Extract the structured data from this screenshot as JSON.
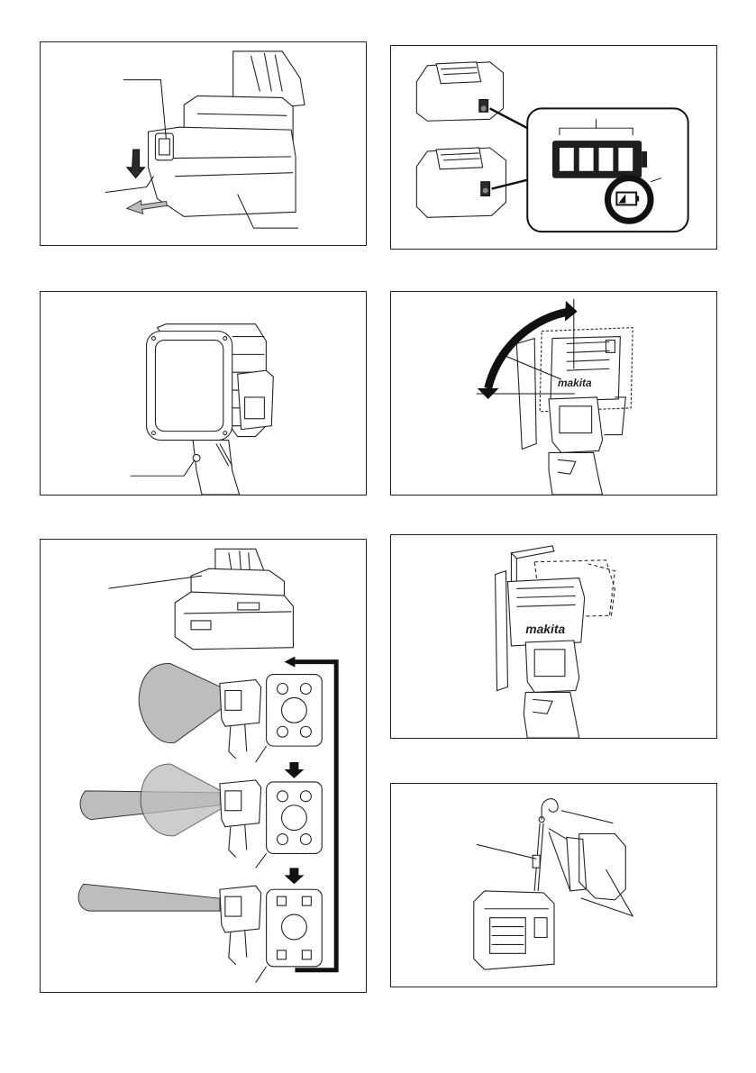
{
  "page": {
    "figures": [
      {
        "id": "fig1",
        "description_name": "battery-removal"
      },
      {
        "id": "fig2",
        "description_name": "battery-indicator"
      },
      {
        "id": "fig3",
        "description_name": "light-switch"
      },
      {
        "id": "fig4",
        "description_name": "head-angle"
      },
      {
        "id": "fig5",
        "description_name": "light-modes"
      },
      {
        "id": "fig6",
        "description_name": "stand-folding"
      },
      {
        "id": "fig7",
        "description_name": "hook-hanging"
      }
    ],
    "logo_text": "makita",
    "colors": {
      "line": "#222222",
      "beam": "#bdbdbd",
      "panel_border": "#222222",
      "background": "#ffffff"
    }
  }
}
